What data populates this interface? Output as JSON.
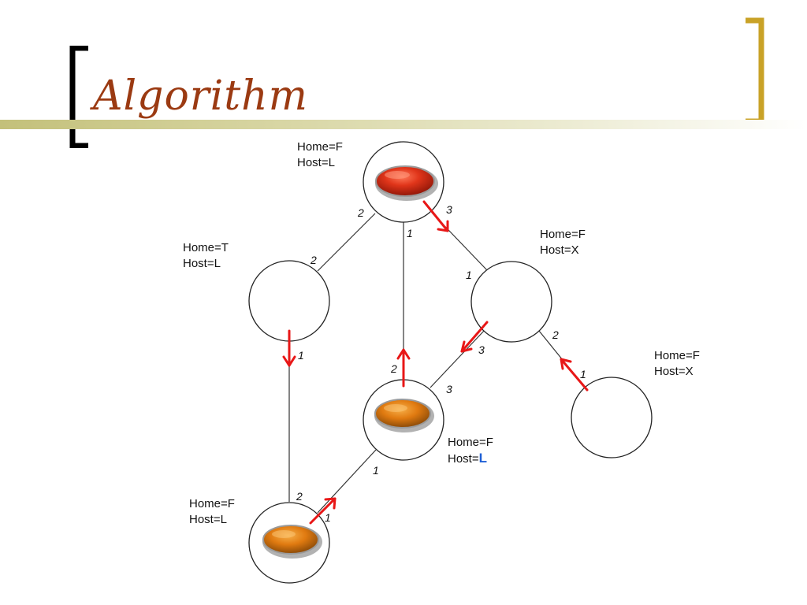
{
  "slide": {
    "title": "Algorithm"
  },
  "colors": {
    "title": "#9b3a12",
    "bracket_left": "#000000",
    "bracket_right": "#c9a227",
    "arrow": "#e81717",
    "token_red": "#d83a1c",
    "token_orange": "#e07a10",
    "edge": "#333333",
    "host_highlight": "#1e5fd6"
  },
  "nodes": [
    {
      "id": "top",
      "home": "Home=F",
      "host": "Host=L",
      "token": "red"
    },
    {
      "id": "left",
      "home": "Home=T",
      "host": "Host=L",
      "token": "none"
    },
    {
      "id": "right",
      "home": "Home=F",
      "host": "Host=X",
      "token": "none"
    },
    {
      "id": "center",
      "home": "Home=F",
      "host_prefix": "Host=",
      "host_value": "L",
      "token": "orange"
    },
    {
      "id": "far-right",
      "home": "Home=F",
      "host": "Host=X",
      "token": "none"
    },
    {
      "id": "bottom-left",
      "home": "Home=F",
      "host": "Host=L",
      "token": "orange"
    }
  ],
  "edges": [
    {
      "from": "top",
      "to": "left",
      "from_port": "2",
      "to_port": "2"
    },
    {
      "from": "top",
      "to": "center",
      "from_port": "1",
      "to_port": "2",
      "arrow_toward": "top"
    },
    {
      "from": "top",
      "to": "right",
      "from_port": "3",
      "to_port": "1",
      "arrow_toward": "right"
    },
    {
      "from": "left",
      "to": "bottom-left",
      "from_port": "1",
      "to_port": "2",
      "arrow_toward": "bottom-left"
    },
    {
      "from": "right",
      "to": "center",
      "from_port": "3",
      "to_port": "3",
      "arrow_toward": "center"
    },
    {
      "from": "right",
      "to": "far-right",
      "from_port": "2",
      "to_port": "1",
      "arrow_toward": "right"
    },
    {
      "from": "center",
      "to": "bottom-left",
      "from_port": "1",
      "to_port": "1",
      "arrow_toward": "center"
    }
  ]
}
